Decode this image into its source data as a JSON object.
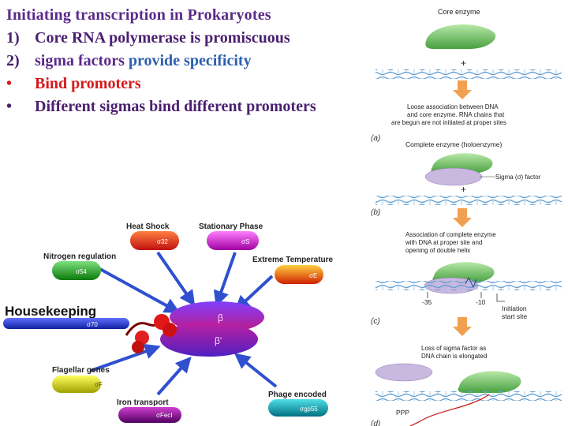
{
  "title": "Initiating transcription in Prokaryotes",
  "points": [
    {
      "marker": "1)",
      "text": "Core RNA polymerase is promiscuous"
    },
    {
      "marker": "2)",
      "text_a": "sigma factors",
      "text_b": " provide specificity"
    },
    {
      "marker": "•",
      "text": "Bind promoters"
    },
    {
      "marker": "•",
      "text": "Different sigmas bind different promoters"
    }
  ],
  "left_diagram": {
    "center_subunits": [
      "β",
      "β'"
    ],
    "sigma_factors": [
      {
        "label": "Heat Shock",
        "sigma": "σ32",
        "color": "#e03a20"
      },
      {
        "label": "Stationary Phase",
        "sigma": "σS",
        "color": "#e040e0"
      },
      {
        "label": "Nitrogen regulation",
        "sigma": "σ54",
        "color": "#1ea51e"
      },
      {
        "label": "Extreme Temperature",
        "sigma": "σE",
        "color": "#f5a000"
      },
      {
        "label": "Housekeeping",
        "sigma": "σ70",
        "color": "#2a3fe0"
      },
      {
        "label": "Flagellar genes",
        "sigma": "σF",
        "color": "#d8d000"
      },
      {
        "label": "Iron transport",
        "sigma": "σFecI",
        "color": "#8a0090"
      },
      {
        "label": "Phage encoded",
        "sigma": "σgp55",
        "color": "#0aa8b0"
      }
    ]
  },
  "right_diagram": {
    "core_enzyme": "Core enzyme",
    "plus": "+",
    "text_a": [
      "Loose association between DNA",
      "and core enzyme. RNA chains that",
      "are begun are not initiated at proper sites"
    ],
    "label_a": "(a)",
    "holoenzyme": "Complete enzyme (holoenzyme)",
    "sigma_label": "Sigma (σ) factor",
    "label_b": "(b)",
    "text_c": [
      "Association of complete enzyme",
      "with DNA at proper site and",
      "opening of double helix"
    ],
    "minus35": "-35",
    "minus10": "-10",
    "initiation": [
      "Initiation",
      "start site"
    ],
    "label_c": "(c)",
    "text_d": [
      "Loss of sigma factor as",
      "DNA chain is elongated"
    ],
    "ppp": "PPP",
    "label_d": "(d)"
  },
  "colors": {
    "title": "#5a2a8a",
    "blue_text": "#2d5fb0",
    "red_text": "#d41a1a",
    "enzyme_green": "#6fc26a",
    "sigma_lavender": "#c9b8e0",
    "dna": "#6aa8d8",
    "arrow": "#f0a050"
  }
}
